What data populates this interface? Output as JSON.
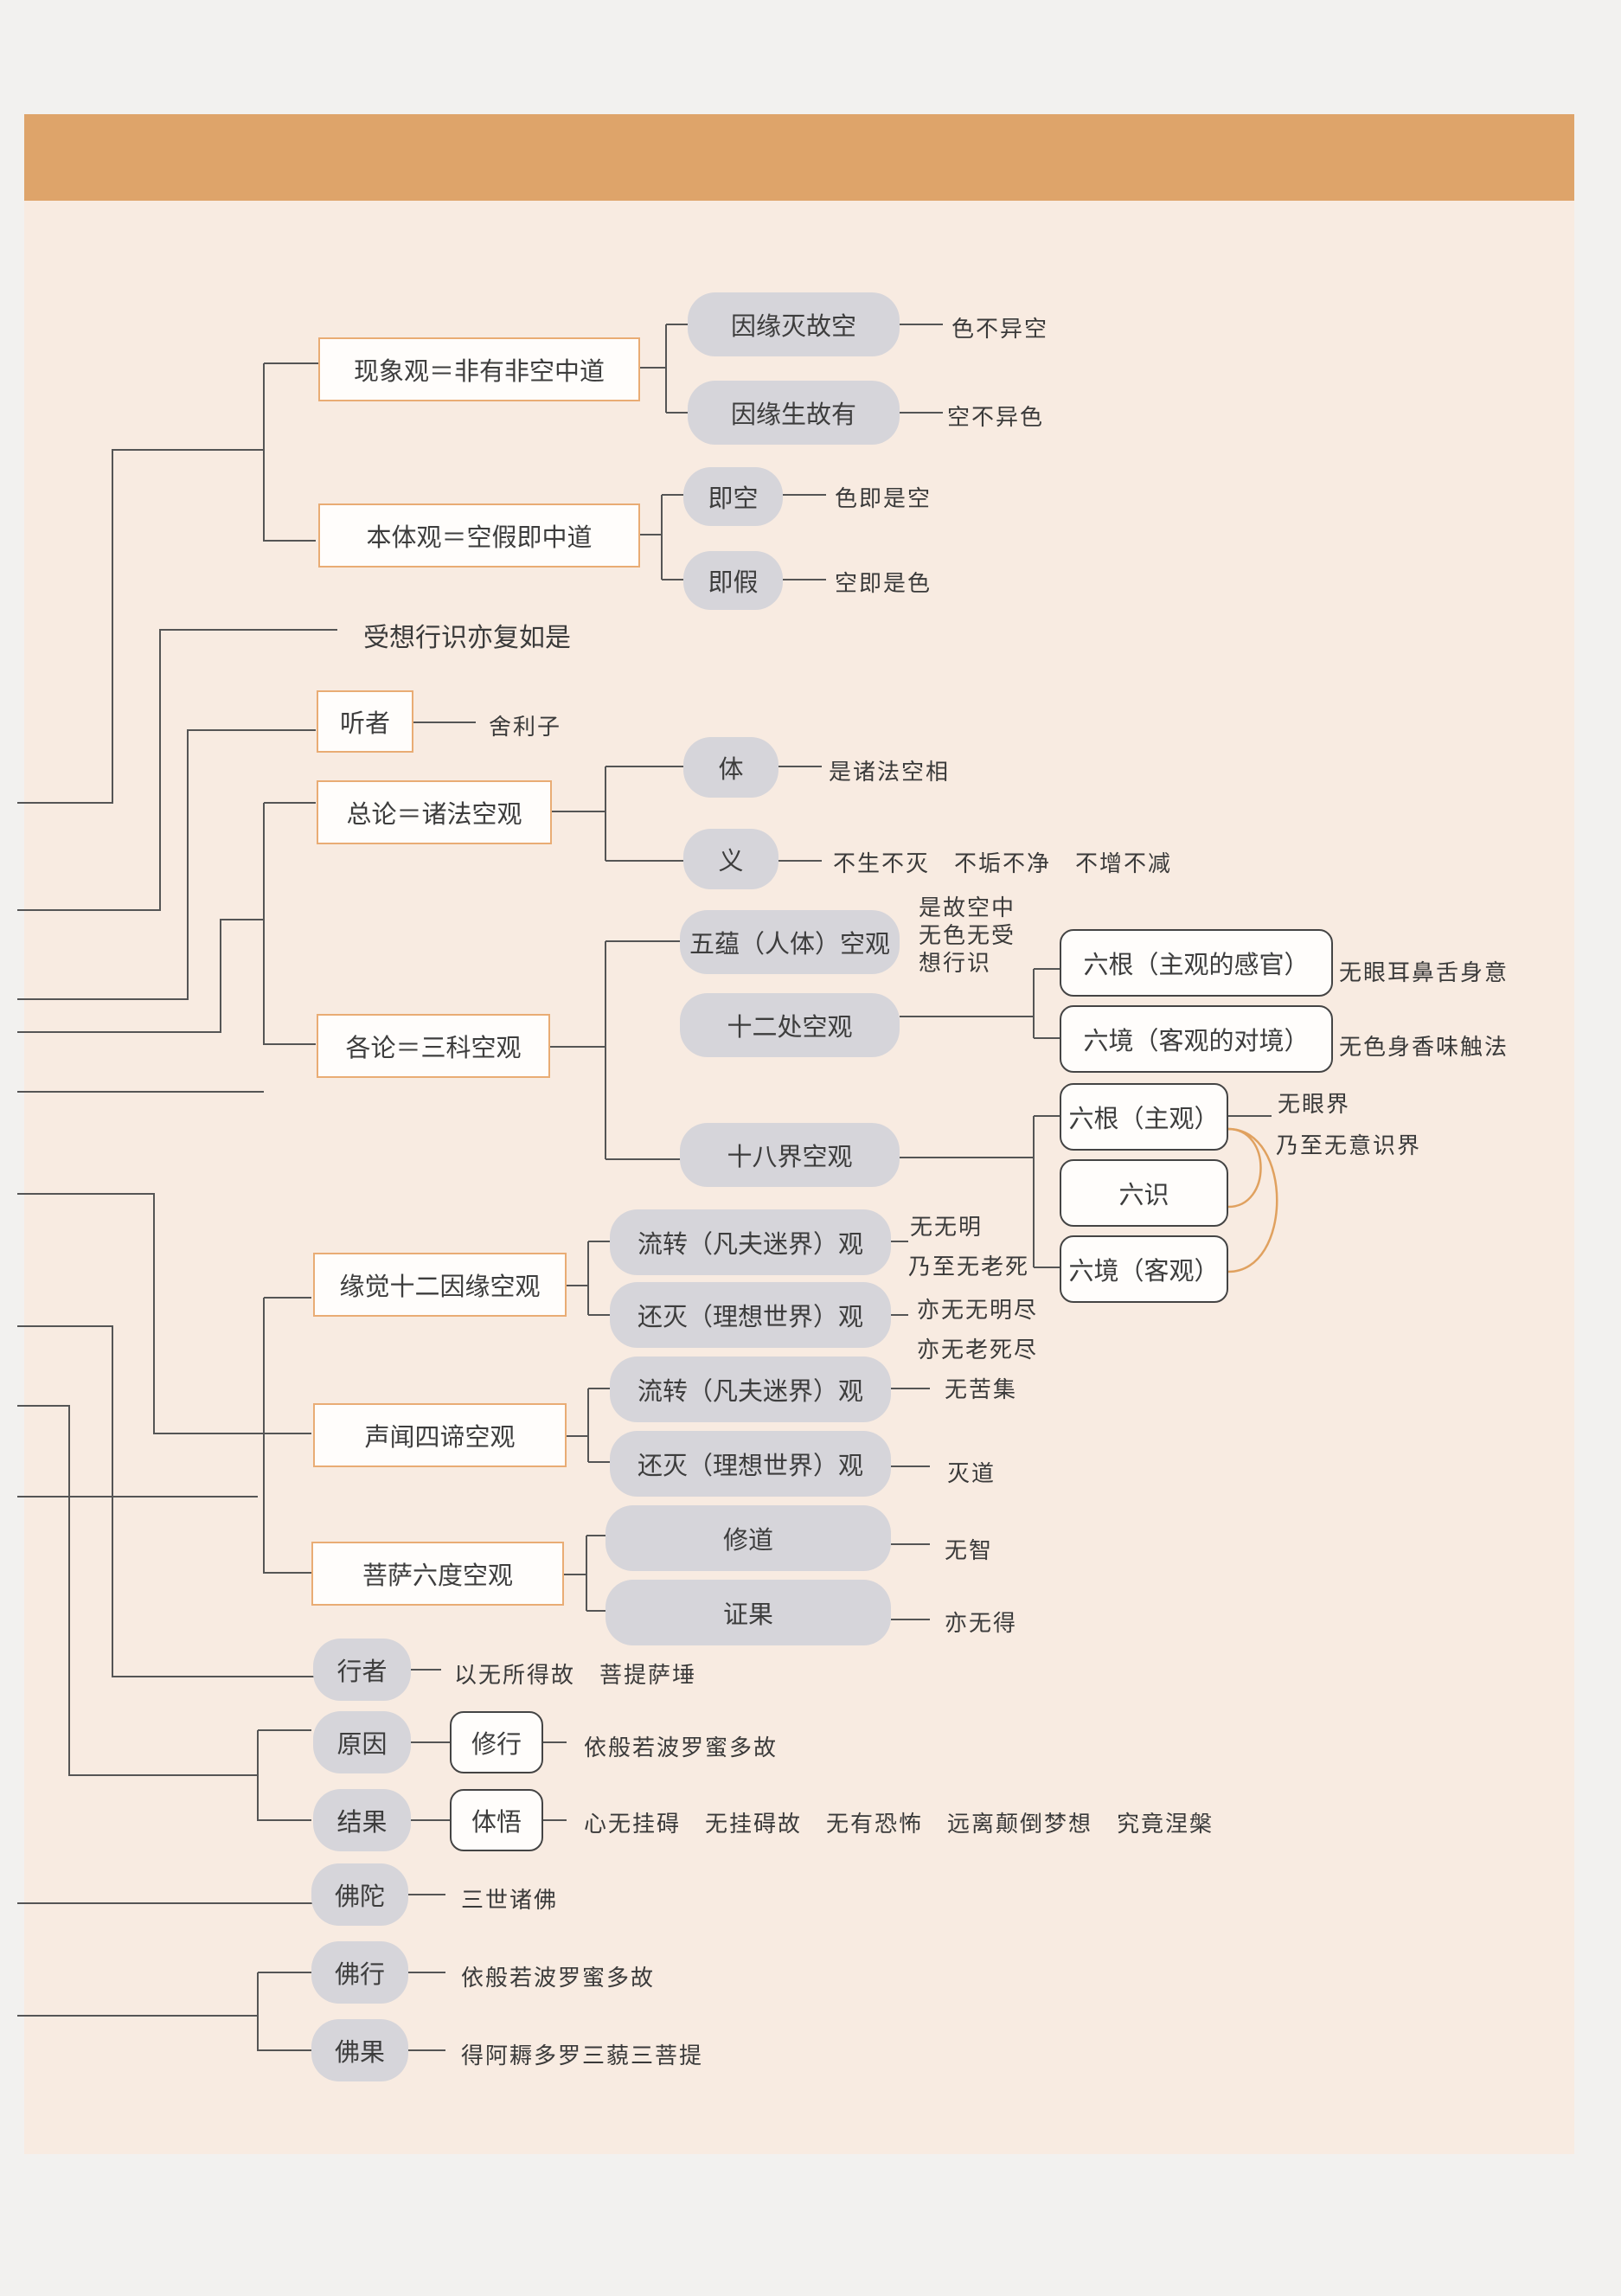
{
  "nodes": {
    "xianxiang": "现象观＝非有非空中道",
    "benti": "本体观＝空假即中道",
    "yuanmie": "因缘灭故空",
    "yuansheng": "因缘生故有",
    "jikong": "即空",
    "jijia": "即假",
    "shouxiang": "受想行识亦复如是",
    "tingzhe": "听者",
    "zonglun": "总论＝诸法空观",
    "ti": "体",
    "yi": "义",
    "gelun": "各论＝三科空观",
    "wuyun": "五蕴（人体）空观",
    "shierchu": "十二处空观",
    "shibajie": "十八界空观",
    "liugen_ganguan": "六根（主观的感官）",
    "liujing_duijing": "六境（客观的对境）",
    "liugen_zhuguan": "六根（主观）",
    "liushi": "六识",
    "liujing_keguan": "六境（客观）",
    "yuanjue": "缘觉十二因缘空观",
    "liuzhuan1": "流转（凡夫迷界）观",
    "huanmie1": "还灭（理想世界）观",
    "shengwen": "声闻四谛空观",
    "liuzhuan2": "流转（凡夫迷界）观",
    "huanmie2": "还灭（理想世界）观",
    "pusa": "菩萨六度空观",
    "xiudao": "修道",
    "zhengguo": "证果",
    "xingzhe": "行者",
    "yuanyin": "原因",
    "xiuxing": "修行",
    "jieguo": "结果",
    "tiwu": "体悟",
    "fotuo": "佛陀",
    "foxing": "佛行",
    "foguo": "佛果"
  },
  "labels": {
    "sebuyikong": "色不异空",
    "kongbuyise": "空不异色",
    "sejishikong": "色即是空",
    "kongjishise": "空即是色",
    "shelizi": "舍利子",
    "shizhufa": "是诸法空相",
    "busheng": "不生不灭　不垢不净　不增不减",
    "shigu": [
      "是故空中",
      "无色无受",
      "想行识"
    ],
    "wuyan": "无眼耳鼻舌身意",
    "wuse": "无色身香味触法",
    "wuyanjie": "无眼界",
    "naizhi_yishi": "乃至无意识界",
    "wuwuming": "无无明",
    "naizhi_laosi": "乃至无老死",
    "yiwu_wuming": "亦无无明尽",
    "yiwu_laosi": "亦无老死尽",
    "wukuji": "无苦集",
    "miedao": "灭道",
    "wuzhi": "无智",
    "yiwude": "亦无得",
    "yiwusuode": "以无所得故　菩提萨埵",
    "yiboruo1": "依般若波罗蜜多故",
    "xinwu": "心无挂碍　无挂碍故　无有恐怖　远离颠倒梦想　究竟涅槃",
    "sanshi": "三世诸佛",
    "yiboruo2": "依般若波罗蜜多故",
    "deanou": "得阿耨多罗三藐三菩提"
  },
  "colors": {
    "header": "#dea46a",
    "paper": "#f8ebe1",
    "rect_border": "#e9ac74",
    "pill": "#d6d5da",
    "bracket": "#e0a15f"
  }
}
